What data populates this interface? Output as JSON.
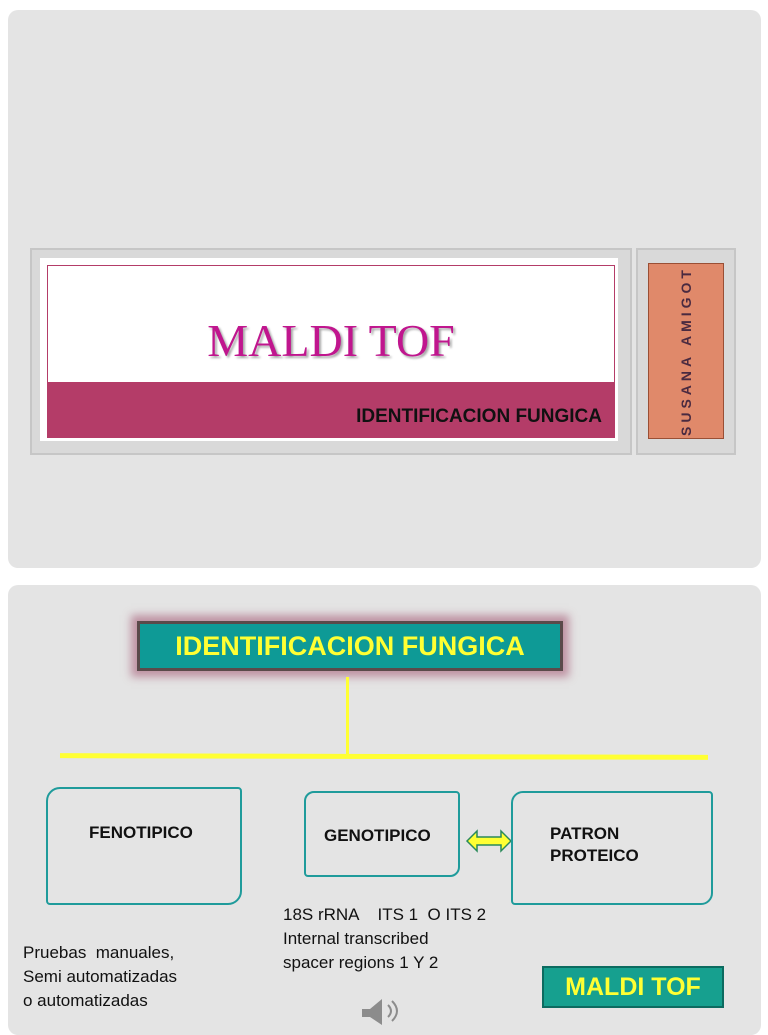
{
  "slide1": {
    "title": "MALDI TOF",
    "subtitle": "IDENTIFICACION FUNGICA",
    "author": "SUSANA AMIGOT"
  },
  "slide2": {
    "header": "IDENTIFICACION FUNGICA",
    "nodes": {
      "fenotipico": "FENOTIPICO",
      "genotipico": "GENOTIPICO",
      "patron_line1": "PATRON",
      "patron_line2": "PROTEICO"
    },
    "genotipico_notes": [
      "18S rRNA    ITS 1  O ITS 2",
      "Internal transcribed",
      "spacer regions 1 Y 2"
    ],
    "fenotipico_notes": [
      "Pruebas  manuales,",
      "Semi automatizadas",
      "o automatizadas"
    ],
    "maldi_label": "MALDI TOF",
    "icons": [
      "double-arrow-icon",
      "speaker-icon"
    ]
  },
  "colors": {
    "title_magenta": "#c0168e",
    "band_rose": "#b43c68",
    "teal": "#0e9a96",
    "yellow": "#ffff33",
    "author_orange": "#e0896a"
  }
}
